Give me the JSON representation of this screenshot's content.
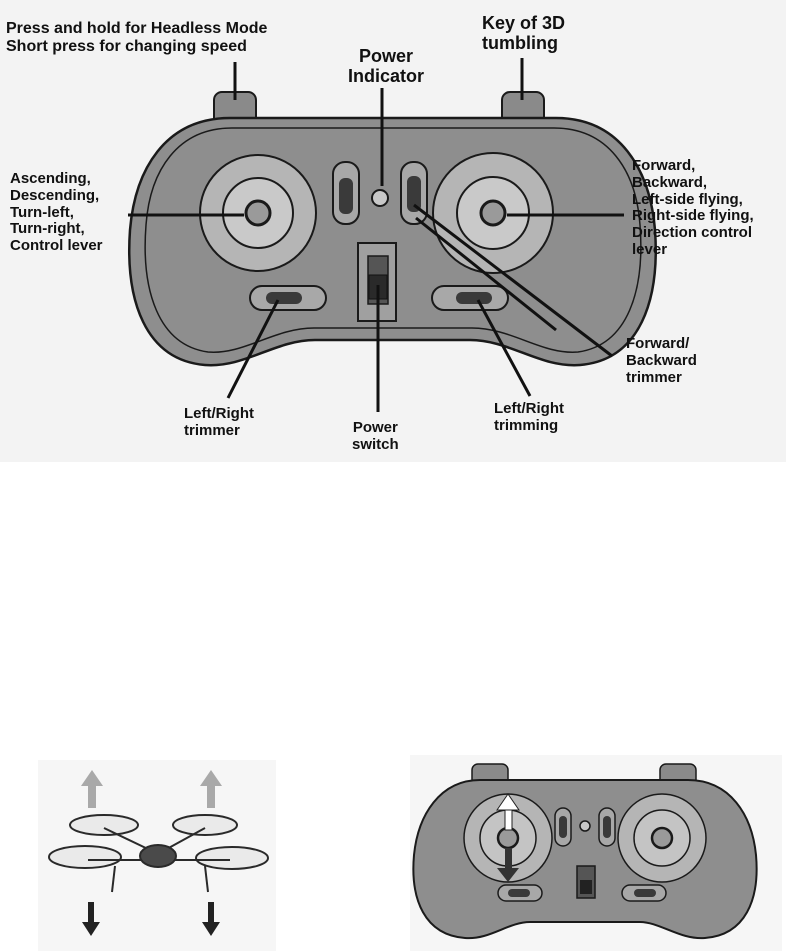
{
  "labels": {
    "headless": "Press and hold for Headless Mode\nShort press for changing speed",
    "tumbling": "Key of 3D\ntumbling",
    "power_indicator": "Power\nIndicator",
    "left_stick": "Ascending,\nDescending,\nTurn-left,\nTurn-right,\nControl lever",
    "right_stick": "Forward,\nBackward,\nLeft-side flying,\nRight-side flying,\nDirection control\nlever",
    "fb_trimmer": "Forward/\nBackward\ntrimmer",
    "lr_trimmer": "Left/Right\ntrimmer",
    "power_switch": "Power\nswitch",
    "lr_trimming": "Left/Right\ntrimming"
  },
  "colors": {
    "body": "#8e8e8e",
    "body_dark": "#6f6f6f",
    "stick_pad": "#b5b5b5",
    "outline": "#1a1a1a",
    "arrow_gray": "#a9a9a9",
    "arrow_dark": "#222222"
  }
}
